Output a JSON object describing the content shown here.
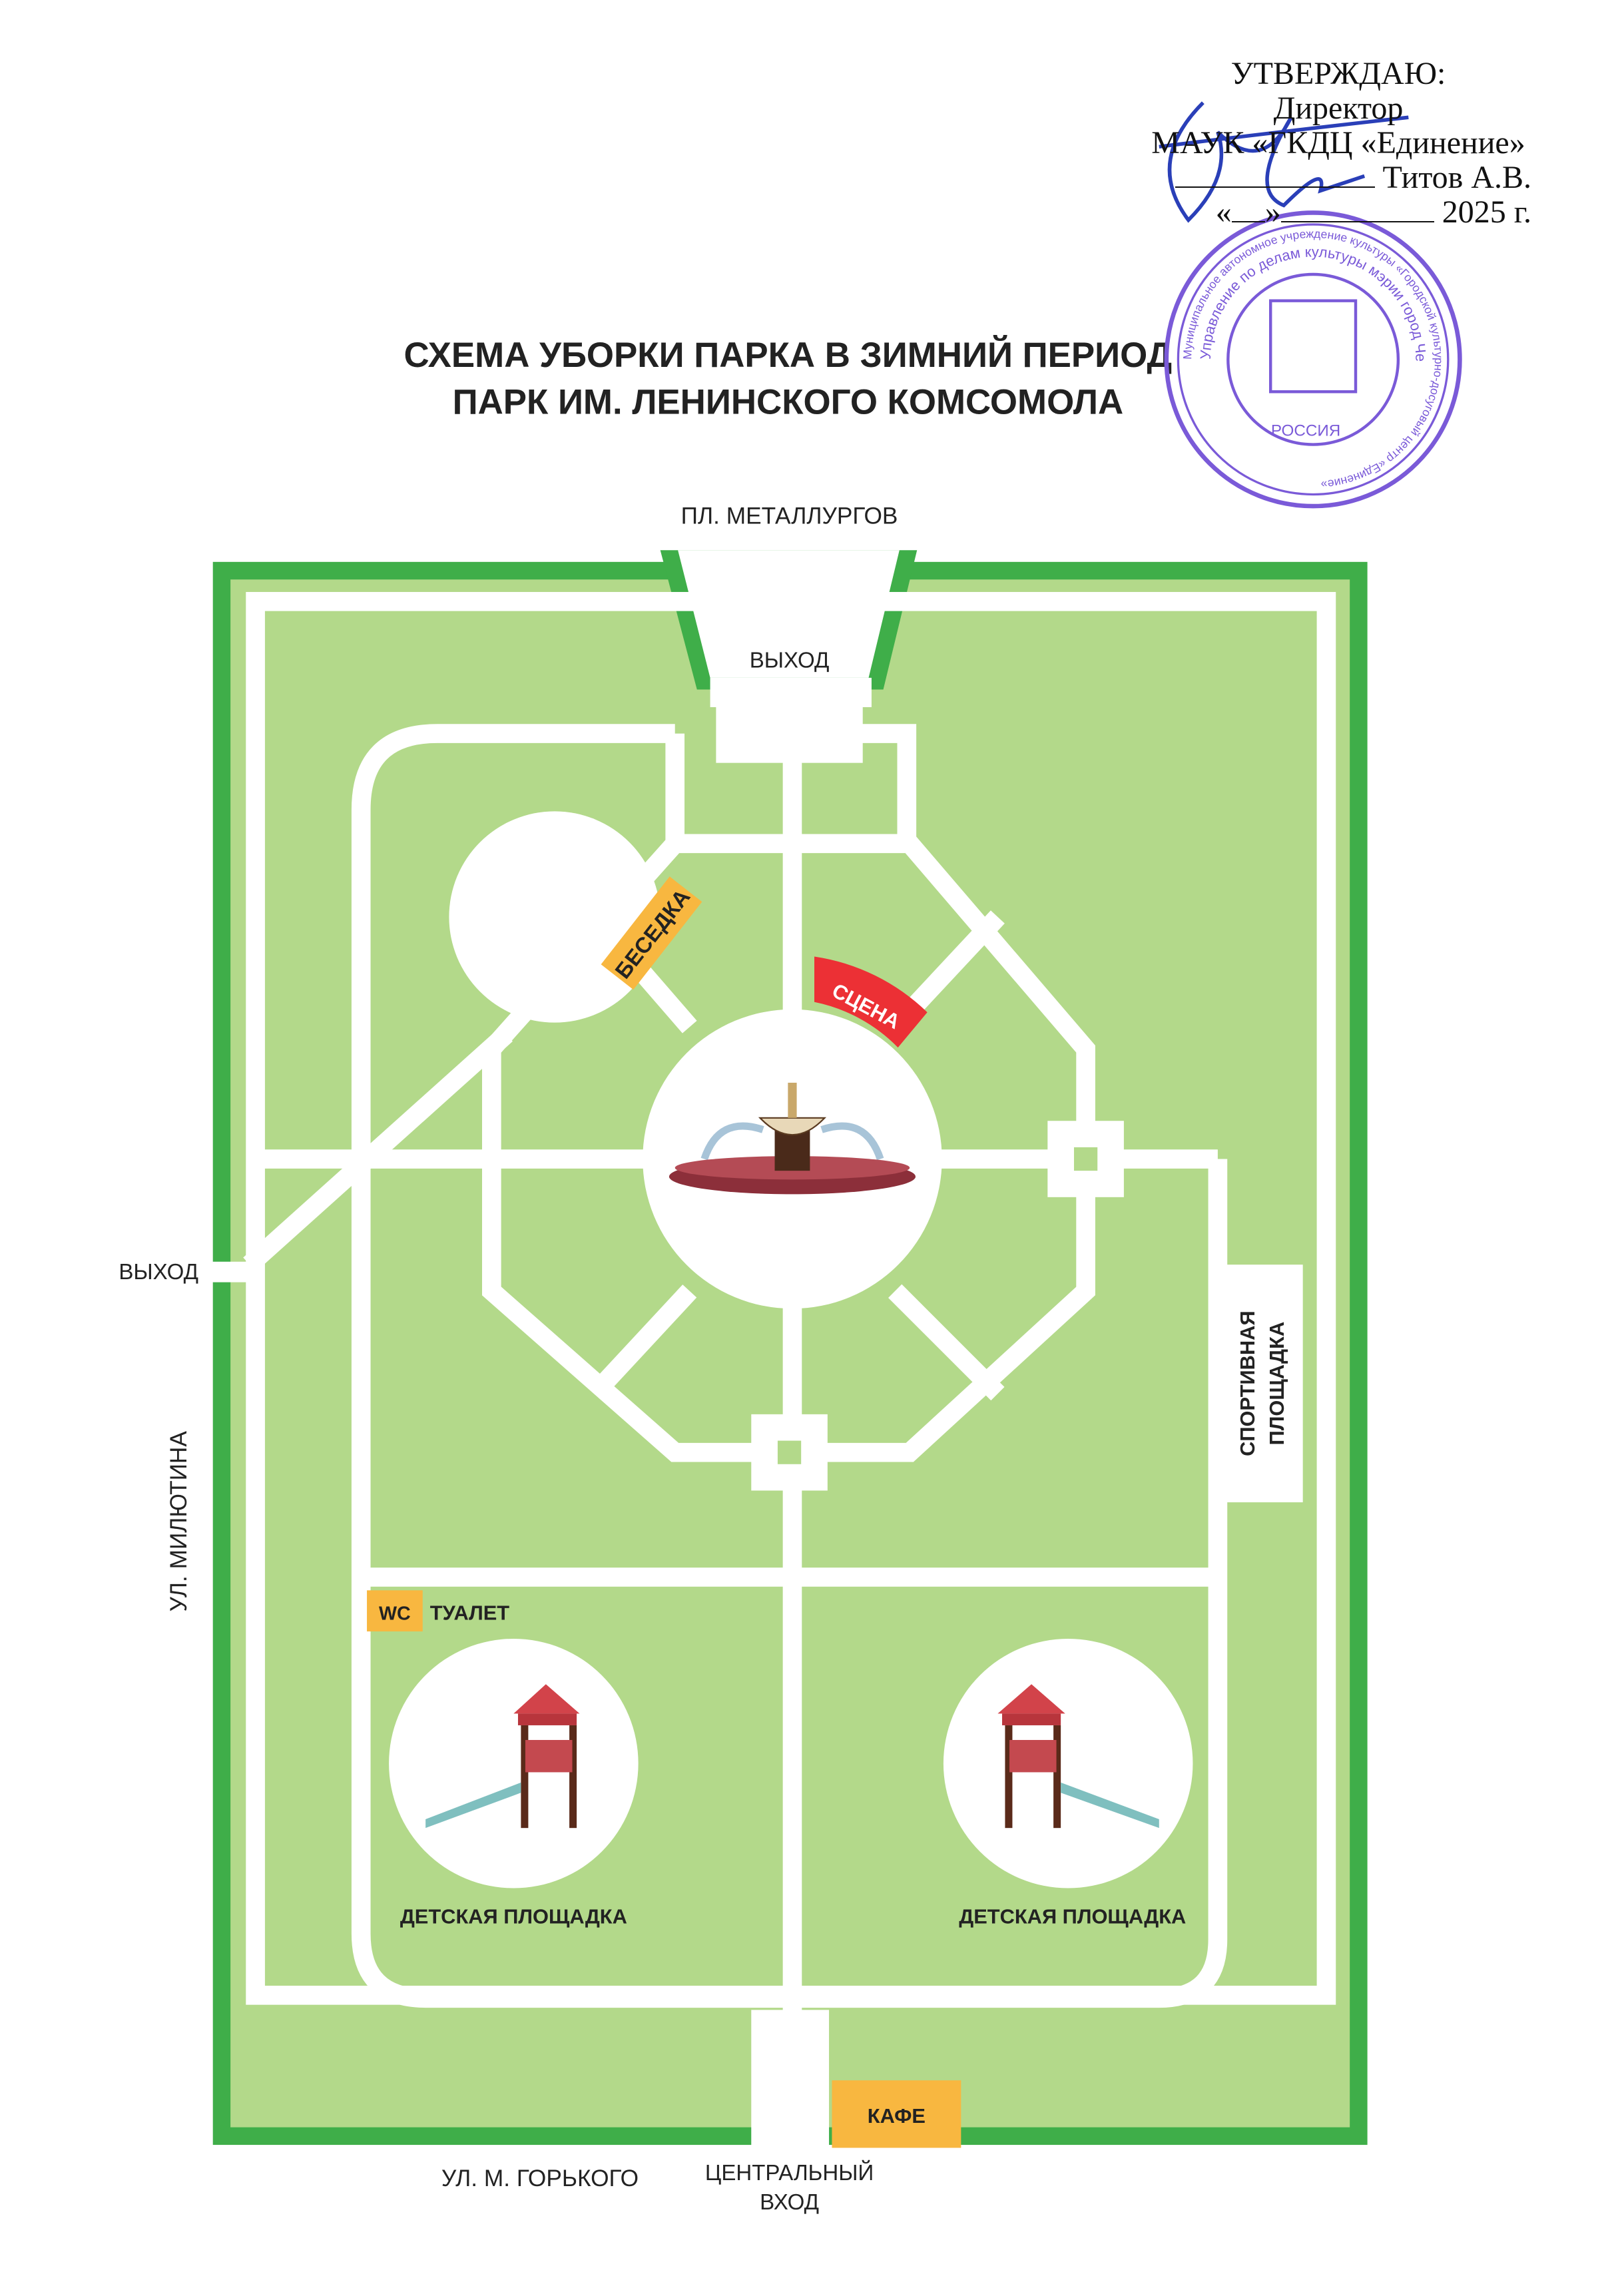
{
  "approval": {
    "title": "УТВЕРЖДАЮ:",
    "position": "Директор",
    "organization": "МАУК «ГКДЦ «Единение»",
    "name": "Титов А.В.",
    "date_open": "«",
    "date_close": "»",
    "year": "2025 г."
  },
  "stamp": {
    "outer_text": "Муниципальное автономное учреждение культуры «Городской культурно-досуговый центр «Единение»",
    "inner_text": "Управление по делам культуры мэрии город Череповец, Вологодская область",
    "country": "РОССИЯ"
  },
  "title": {
    "line1": "СХЕМА УБОРКИ ПАРКА В ЗИМНИЙ ПЕРИОД",
    "line2": "ПАРК ИМ. ЛЕНИНСКОГО КОМСОМОЛА"
  },
  "map": {
    "street_top": "ПЛ. МЕТАЛЛУРГОВ",
    "exit_top": "ВЫХОД",
    "exit_left": "ВЫХОД",
    "street_left": "УЛ. МИЛЮТИНА",
    "street_bottom": "УЛ. М. ГОРЬКОГО",
    "main_entrance_line1": "ЦЕНТРАЛЬНЫЙ",
    "main_entrance_line2": "ВХОД",
    "gazebo": "БЕСЕДКА",
    "stage": "СЦЕНА",
    "sports_line1": "СПОРТИВНАЯ",
    "sports_line2": "ПЛОЩАДКА",
    "wc_badge": "WC",
    "toilet": "ТУАЛЕТ",
    "playground_left": "ДЕТСКАЯ ПЛОЩАДКА",
    "playground_right": "ДЕТСКАЯ ПЛОЩАДКА",
    "cafe": "КАФЕ"
  },
  "colors": {
    "border_green": "#3fae49",
    "lawn": "#b3d98a",
    "orange": "#f8b740",
    "red": "#ec3035",
    "stamp": "#7a5ad8",
    "signature": "#2a3fb8"
  }
}
